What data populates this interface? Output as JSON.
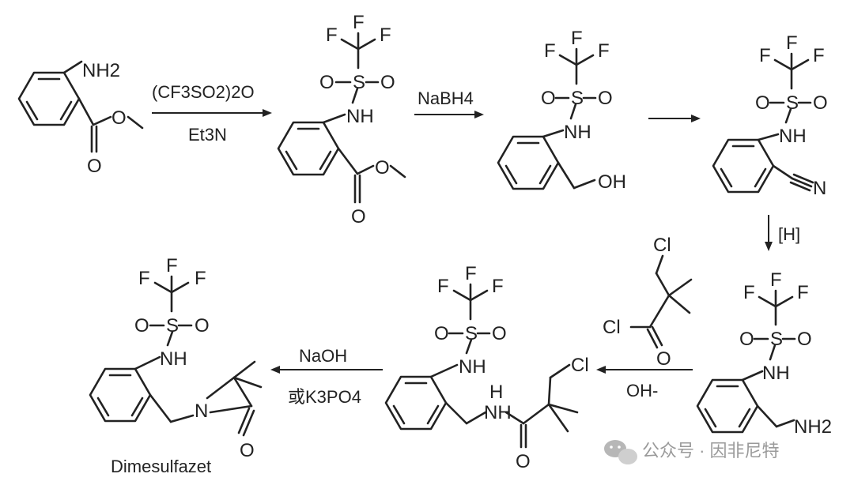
{
  "scheme": {
    "reagents": {
      "step1_top": "(CF3SO2)2O",
      "step1_bottom": "Et3N",
      "step2": "NaBH4",
      "step4": "[H]",
      "step5_top": "Cl",
      "step5_bottom": "OH-",
      "step6_top": "NaOH",
      "step6_bottom": "或K3PO4"
    },
    "atoms": {
      "F": "F",
      "S": "S",
      "O": "O",
      "N": "N",
      "NH": "NH",
      "NH2": "NH2",
      "OH": "OH",
      "Cl": "Cl"
    },
    "product_name": "Dimesulfazet"
  },
  "watermark": {
    "text": "公众号 · 因非尼特",
    "icon": "wechat-icon"
  }
}
